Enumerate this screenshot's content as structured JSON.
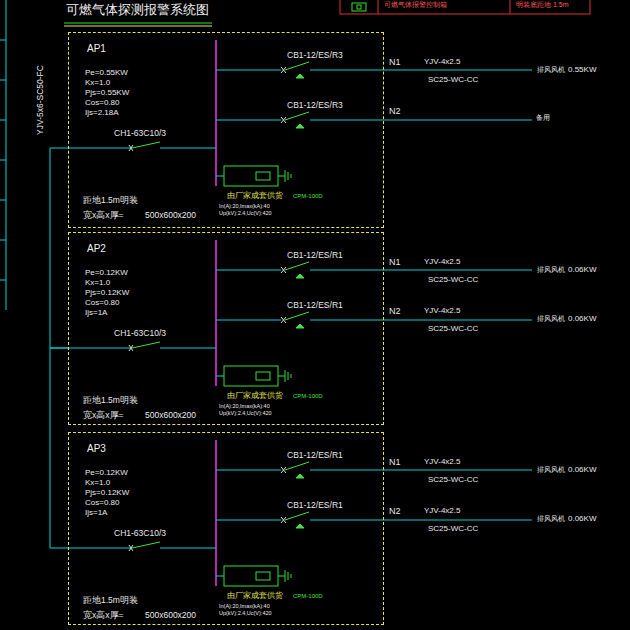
{
  "diagram": {
    "title": "可燃气体探测报警系统图",
    "nodes": [
      {
        "text": [
          "AP1",
          "Pe=0.55KW Kx=1.0 Pjs=0.55KW Cos=0.80 Ijs=2.18A",
          "CB1-12/ES/R3",
          "CB1-12/ES/R3",
          "CH1-63C10/3",
          "由厂家成套供货",
          "In(A):20,Imax(kA):40",
          "Up(kV):2.4,Uc(V):420",
          "CPM-100D",
          "距地1.5m明装",
          "宽x高x厚=",
          "500x600x200"
        ]
      },
      {
        "text": [
          "AP2",
          "Pe=0.12KW Kx=1.0 Pjs=0.12KW Cos=0.80 Ijs=1A",
          "CB1-12/ES/R1",
          "CB1-12/ES/R1",
          "CH1-63C10/3",
          "由厂家成套供货",
          "In(A):20,Imax(kA):40",
          "Up(kV):2.4,Uc(V):420",
          "CPM-100D",
          "距地1.5m明装",
          "宽x高x厚=",
          "500x600x200"
        ]
      },
      {
        "text": [
          "AP3",
          "Pe=0.12KW Kx=1.0 Pjs=0.12KW Cos=0.80 Ijs=1A",
          "CB1-12/ES/R1",
          "CB1-12/ES/R1",
          "CH1-63C10/3",
          "由厂家成套供货",
          "In(A):20,Imax(kA):40",
          "Up(kV):2.4,Uc(V):420",
          "CPM-100D",
          "距地1.5m明装",
          "宽x高x厚=",
          "500x600x200"
        ]
      }
    ],
    "edges": [
      {
        "from": 0,
        "to": 1,
        "arrow": "none"
      },
      {
        "from": 1,
        "to": 2,
        "arrow": "none"
      }
    ],
    "labels": [
      "YJV-5x6-SC50-FC",
      "可燃气体报警控制箱",
      "明装底距地 1.5m",
      "N1",
      "YJV-4x2.5",
      "SC25-WC-CC",
      "排风风机",
      "0.55KW",
      "N2",
      "备用",
      "N1",
      "YJV-4x2.5",
      "SC25-WC-CC",
      "排风风机",
      "0.06KW",
      "N2",
      "YJV-4x2.5",
      "SC25-WC-CC",
      "排风风机",
      "0.06KW",
      "N1",
      "YJV-4x2.5",
      "SC25-WC-CC",
      "排风风机",
      "0.06KW",
      "N2",
      "YJV-4x2.5",
      "SC25-WC-CC",
      "排风风机",
      "0.06KW"
    ]
  }
}
